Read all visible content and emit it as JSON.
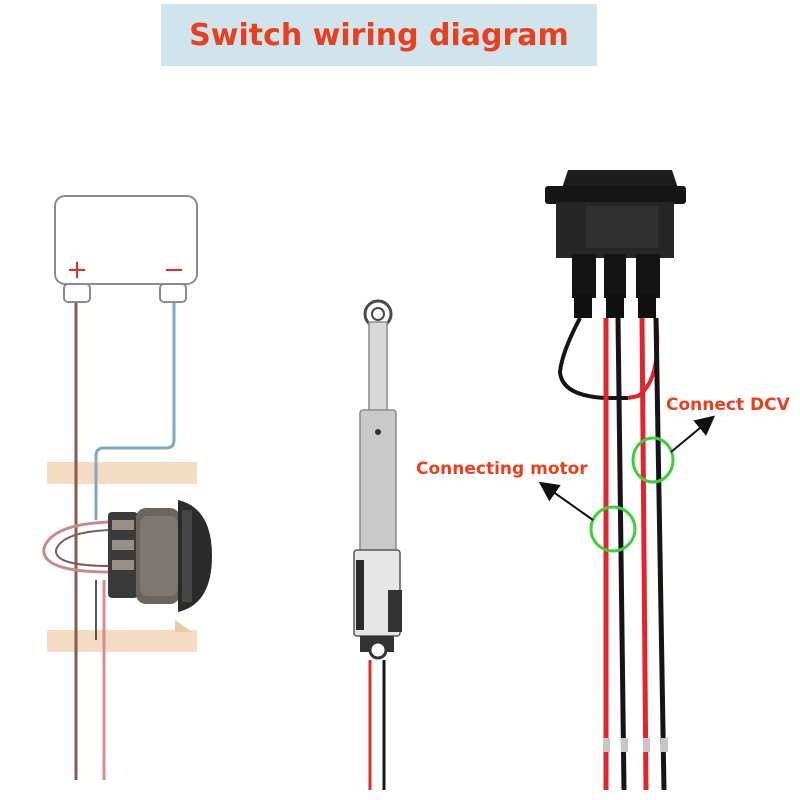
{
  "title": "Switch wiring diagram",
  "battery": {
    "positive": "+",
    "negative": "−"
  },
  "annotations": {
    "connect_dcv": "Connect DCV",
    "connecting_motor": "Connecting motor"
  },
  "colors": {
    "title_text": "#e8401c",
    "title_bg": "#cfe4ec",
    "annotation_text": "#e8401c",
    "ring": "#3bd13b",
    "red_wire": "#e2242b",
    "black_wire": "#151515",
    "brown_wire": "#8a5a4c",
    "blue_wire": "#7fa9c4",
    "board": "#f3dcc3"
  }
}
